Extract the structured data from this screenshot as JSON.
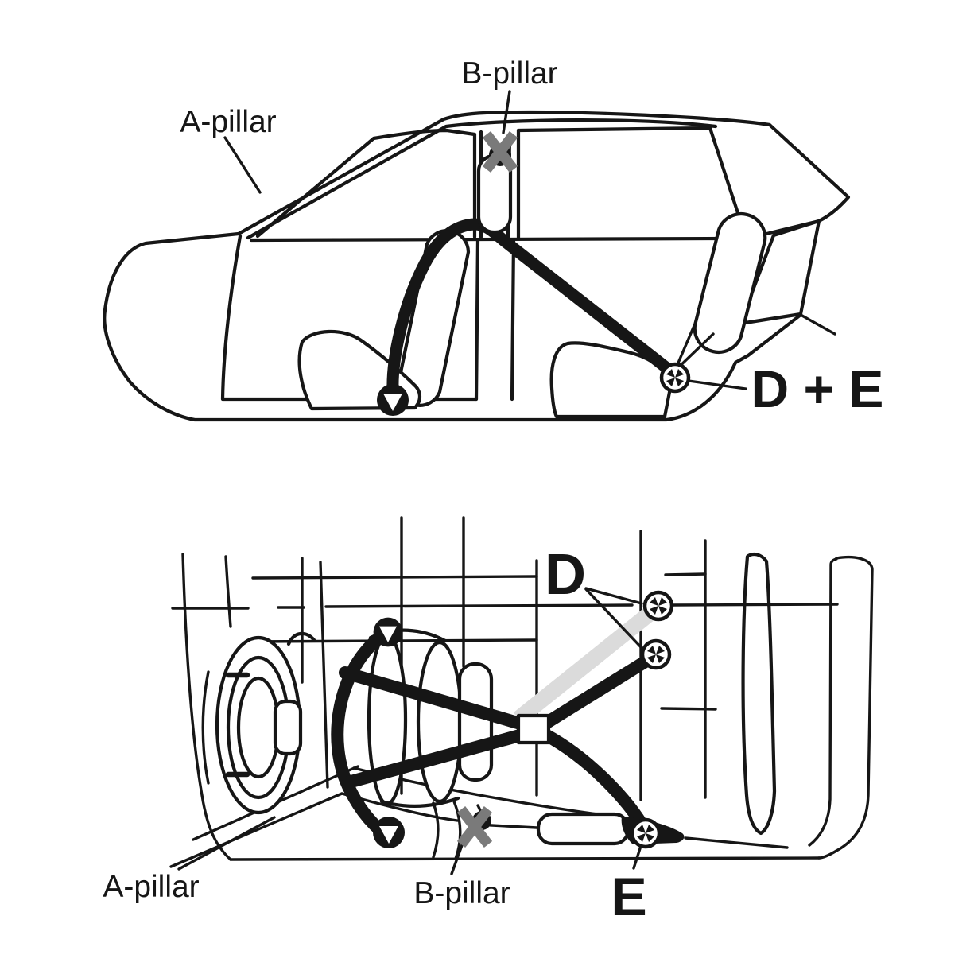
{
  "colors": {
    "background": "#ffffff",
    "ink": "#161616",
    "gray_marker": "#7a7a7a",
    "belt_highlight": "#dbdbdb"
  },
  "side_view": {
    "a_pillar_label": "A-pillar",
    "b_pillar_label": "B-pillar",
    "anchor_label": "D + E"
  },
  "plan_view": {
    "d_label": "D",
    "e_label": "E",
    "a_pillar_label": "A-pillar",
    "b_pillar_label": "B-pillar"
  }
}
